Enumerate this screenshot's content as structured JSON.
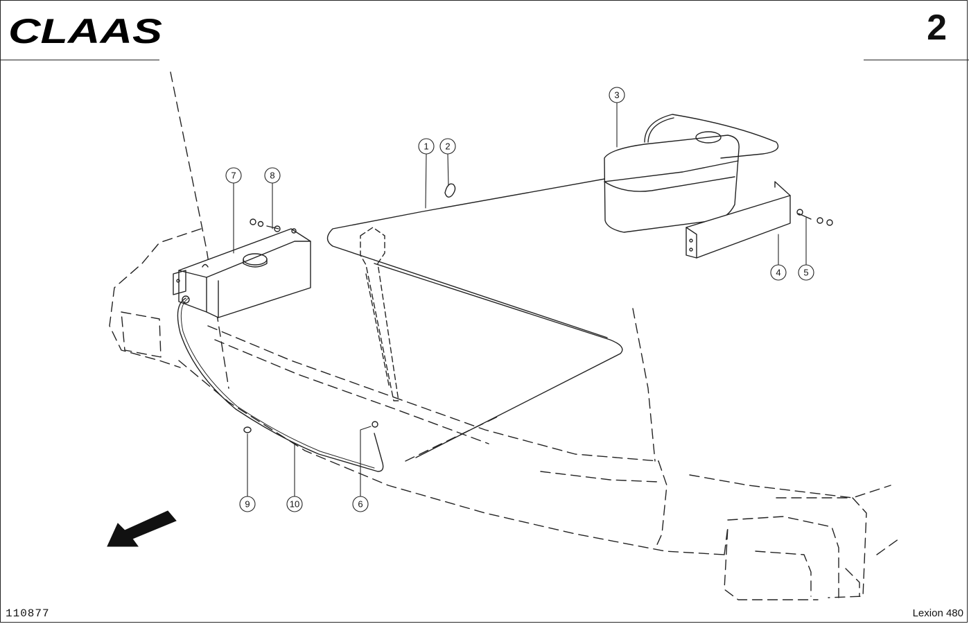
{
  "header": {
    "logo_text": "CLAAS",
    "page_number": "2"
  },
  "footer": {
    "drawing_id": "110877",
    "model": "Lexion 480"
  },
  "callouts": [
    {
      "label": "1",
      "name": "callout-1"
    },
    {
      "label": "2",
      "name": "callout-2"
    },
    {
      "label": "3",
      "name": "callout-3"
    },
    {
      "label": "4",
      "name": "callout-4"
    },
    {
      "label": "5",
      "name": "callout-5"
    },
    {
      "label": "6",
      "name": "callout-6"
    },
    {
      "label": "7",
      "name": "callout-7"
    },
    {
      "label": "8",
      "name": "callout-8"
    },
    {
      "label": "9",
      "name": "callout-9"
    },
    {
      "label": "10",
      "name": "callout-10"
    }
  ],
  "icons": {
    "direction_arrow": "arrow-down-left-icon"
  }
}
